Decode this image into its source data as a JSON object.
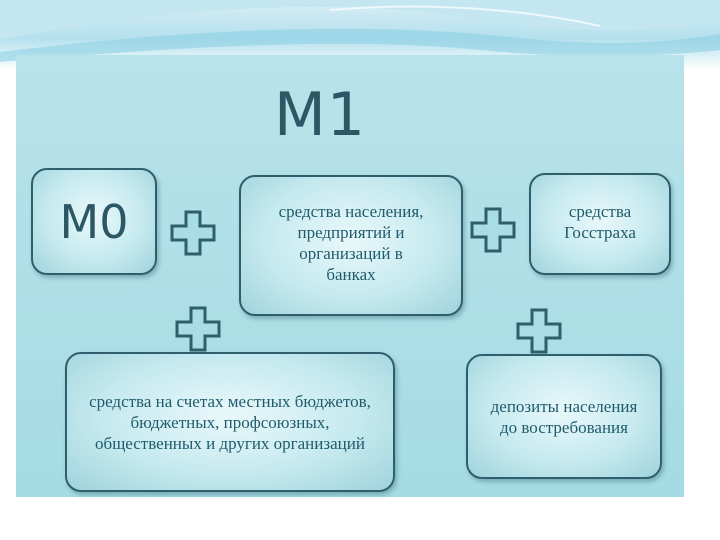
{
  "title": "M1",
  "boxes": {
    "m0": "M0",
    "population_funds": "средства населения, предприятий и организаций в банках",
    "gosstrakh": "средства Госстраха",
    "local_budgets": "средства на счетах местных бюджетов, бюджетных, профсоюзных, общественных и других организаций",
    "demand_deposits": "депозиты населения до востребования"
  },
  "colors": {
    "panel": "#a4dbe4",
    "box_border": "#2f5f6d",
    "text": "#1f5b6e",
    "plus_fill": "#a9dde6",
    "plus_stroke": "#2f5f6d"
  },
  "icons": [
    "plus-icon",
    "plus-icon",
    "plus-icon",
    "plus-icon"
  ]
}
